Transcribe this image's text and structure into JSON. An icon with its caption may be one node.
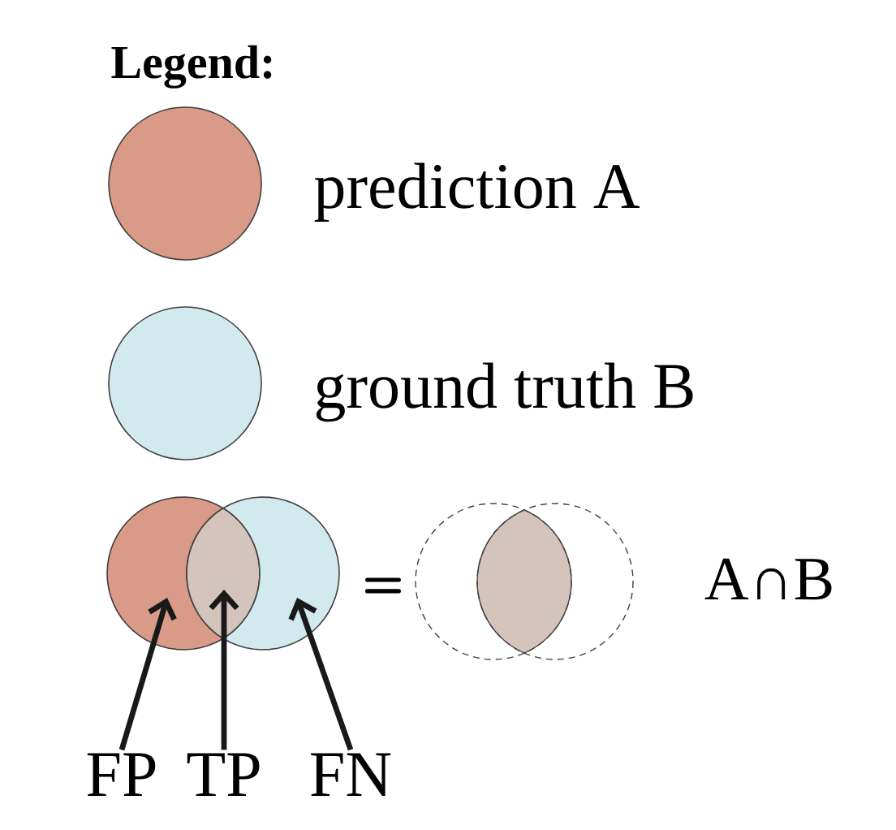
{
  "diagram": {
    "title": "Legend:",
    "nodes": [
      {
        "text": [
          "FP"
        ]
      },
      {
        "text": [
          "TP"
        ]
      },
      {
        "text": [
          "FN"
        ]
      },
      {
        "text": [],
        "shape": "crescent"
      },
      {
        "text": [],
        "shape": "lens"
      },
      {
        "text": [],
        "shape": "crescent"
      }
    ],
    "edges": [
      {
        "from": 0,
        "to": 3,
        "arrow": "to"
      },
      {
        "from": 1,
        "to": 4,
        "arrow": "to"
      },
      {
        "from": 2,
        "to": 5,
        "arrow": "to"
      }
    ],
    "labels": [
      "=",
      "A∩B"
    ],
    "legend": [
      {
        "text": "prediction A",
        "color": "#d99a88"
      },
      {
        "text": "ground truth B",
        "color": "#d2eaee"
      }
    ]
  }
}
